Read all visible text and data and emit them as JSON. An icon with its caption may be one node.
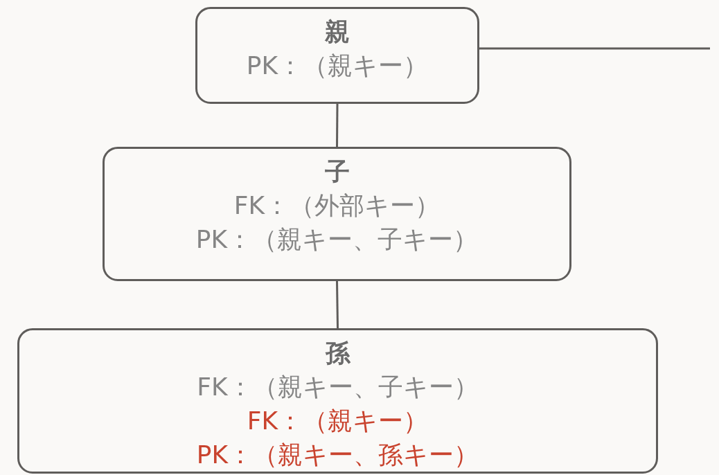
{
  "diagram": {
    "nodes": [
      {
        "text": [
          "親",
          "PK：（親キー）"
        ]
      },
      {
        "text": [
          "子",
          "FK：（外部キー）",
          "PK：（親キー、子キー）"
        ]
      },
      {
        "text": [
          "孫",
          "FK：（親キー、子キー）",
          "FK：（親キー）",
          "PK：（親キー、孫キー）"
        ]
      }
    ],
    "edges": [
      {
        "from": 0,
        "to": 1,
        "arrow": "none"
      },
      {
        "from": 1,
        "to": 2,
        "arrow": "none"
      },
      {
        "from": 0,
        "to": null,
        "arrow": "none"
      }
    ]
  }
}
